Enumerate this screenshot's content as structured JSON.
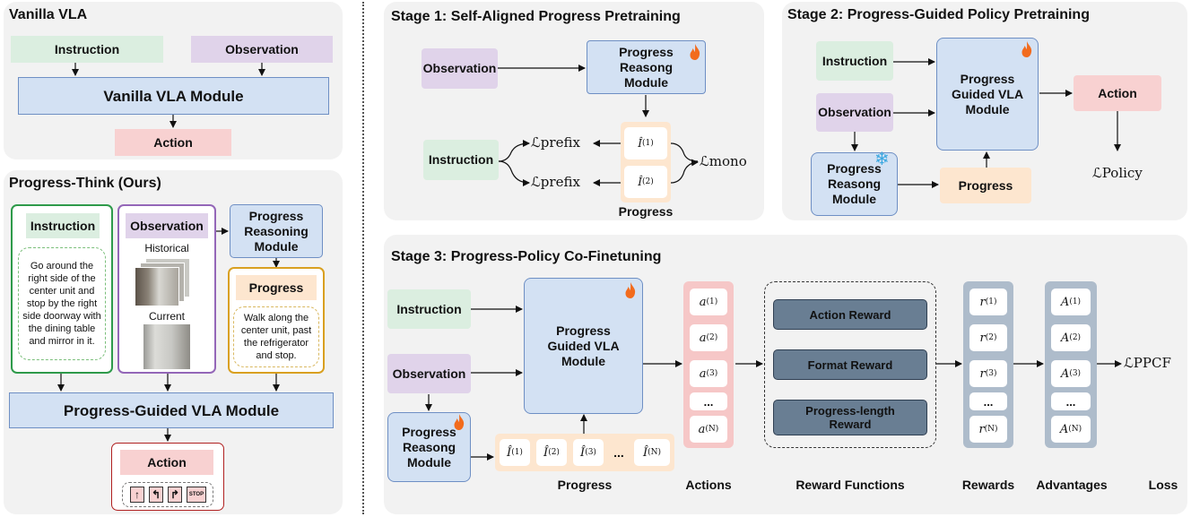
{
  "vanilla": {
    "title": "Vanilla VLA",
    "instruction": "Instruction",
    "observation": "Observation",
    "module": "Vanilla VLA Module",
    "action": "Action"
  },
  "think": {
    "title": "Progress-Think (Ours)",
    "instruction": "Instruction",
    "instruction_text": "Go around the right side of the center unit and stop by the right side doorway with the dining table and mirror in it.",
    "observation": "Observation",
    "historical": "Historical",
    "current": "Current",
    "reasoning_module": "Progress Reasoning Module",
    "progress": "Progress",
    "progress_text": "Walk along the center unit, past the refrigerator and stop.",
    "vla_module": "Progress-Guided VLA Module",
    "action": "Action",
    "stop_label": "STOP"
  },
  "stage1": {
    "title": "Stage 1: Self-Aligned Progress Pretraining",
    "observation": "Observation",
    "module": "Progress Reasong Module",
    "instruction": "Instruction",
    "loss_prefix": "ℒprefix",
    "loss_mono": "ℒmono",
    "progress": "Progress"
  },
  "stage2": {
    "title": "Stage 2: Progress-Guided Policy Pretraining",
    "instruction": "Instruction",
    "observation": "Observation",
    "vla_module": "Progress Guided VLA Module",
    "action": "Action",
    "loss_policy": "ℒPolicy",
    "reasoning_module": "Progress Reasong Module",
    "progress": "Progress"
  },
  "stage3": {
    "title": "Stage 3: Progress-Policy Co-Finetuning",
    "instruction": "Instruction",
    "observation": "Observation",
    "vla_module": "Progress Guided VLA Module",
    "reasoning_module": "Progress Reasong Module",
    "action_reward": "Action Reward",
    "format_reward": "Format Reward",
    "progress_length_reward": "Progress-length Reward",
    "loss_ppcf": "ℒPPCF",
    "captions": {
      "progress": "Progress",
      "actions": "Actions",
      "reward_functions": "Reward Functions",
      "rewards": "Rewards",
      "advantages": "Advantages",
      "loss": "Loss"
    }
  },
  "colors": {
    "green": "#dbeee0",
    "purple": "#e0d3ea",
    "blue": "#d3e1f3",
    "pink": "#f8d1d1",
    "orange": "#fde6cf",
    "steel": "#697e93",
    "fire": "#f26b1d",
    "snow": "#3aa7e0"
  },
  "icons": [
    "fire-icon",
    "snowflake-icon",
    "arrow-up-icon",
    "turn-left-icon",
    "turn-right-icon",
    "stop-icon"
  ]
}
